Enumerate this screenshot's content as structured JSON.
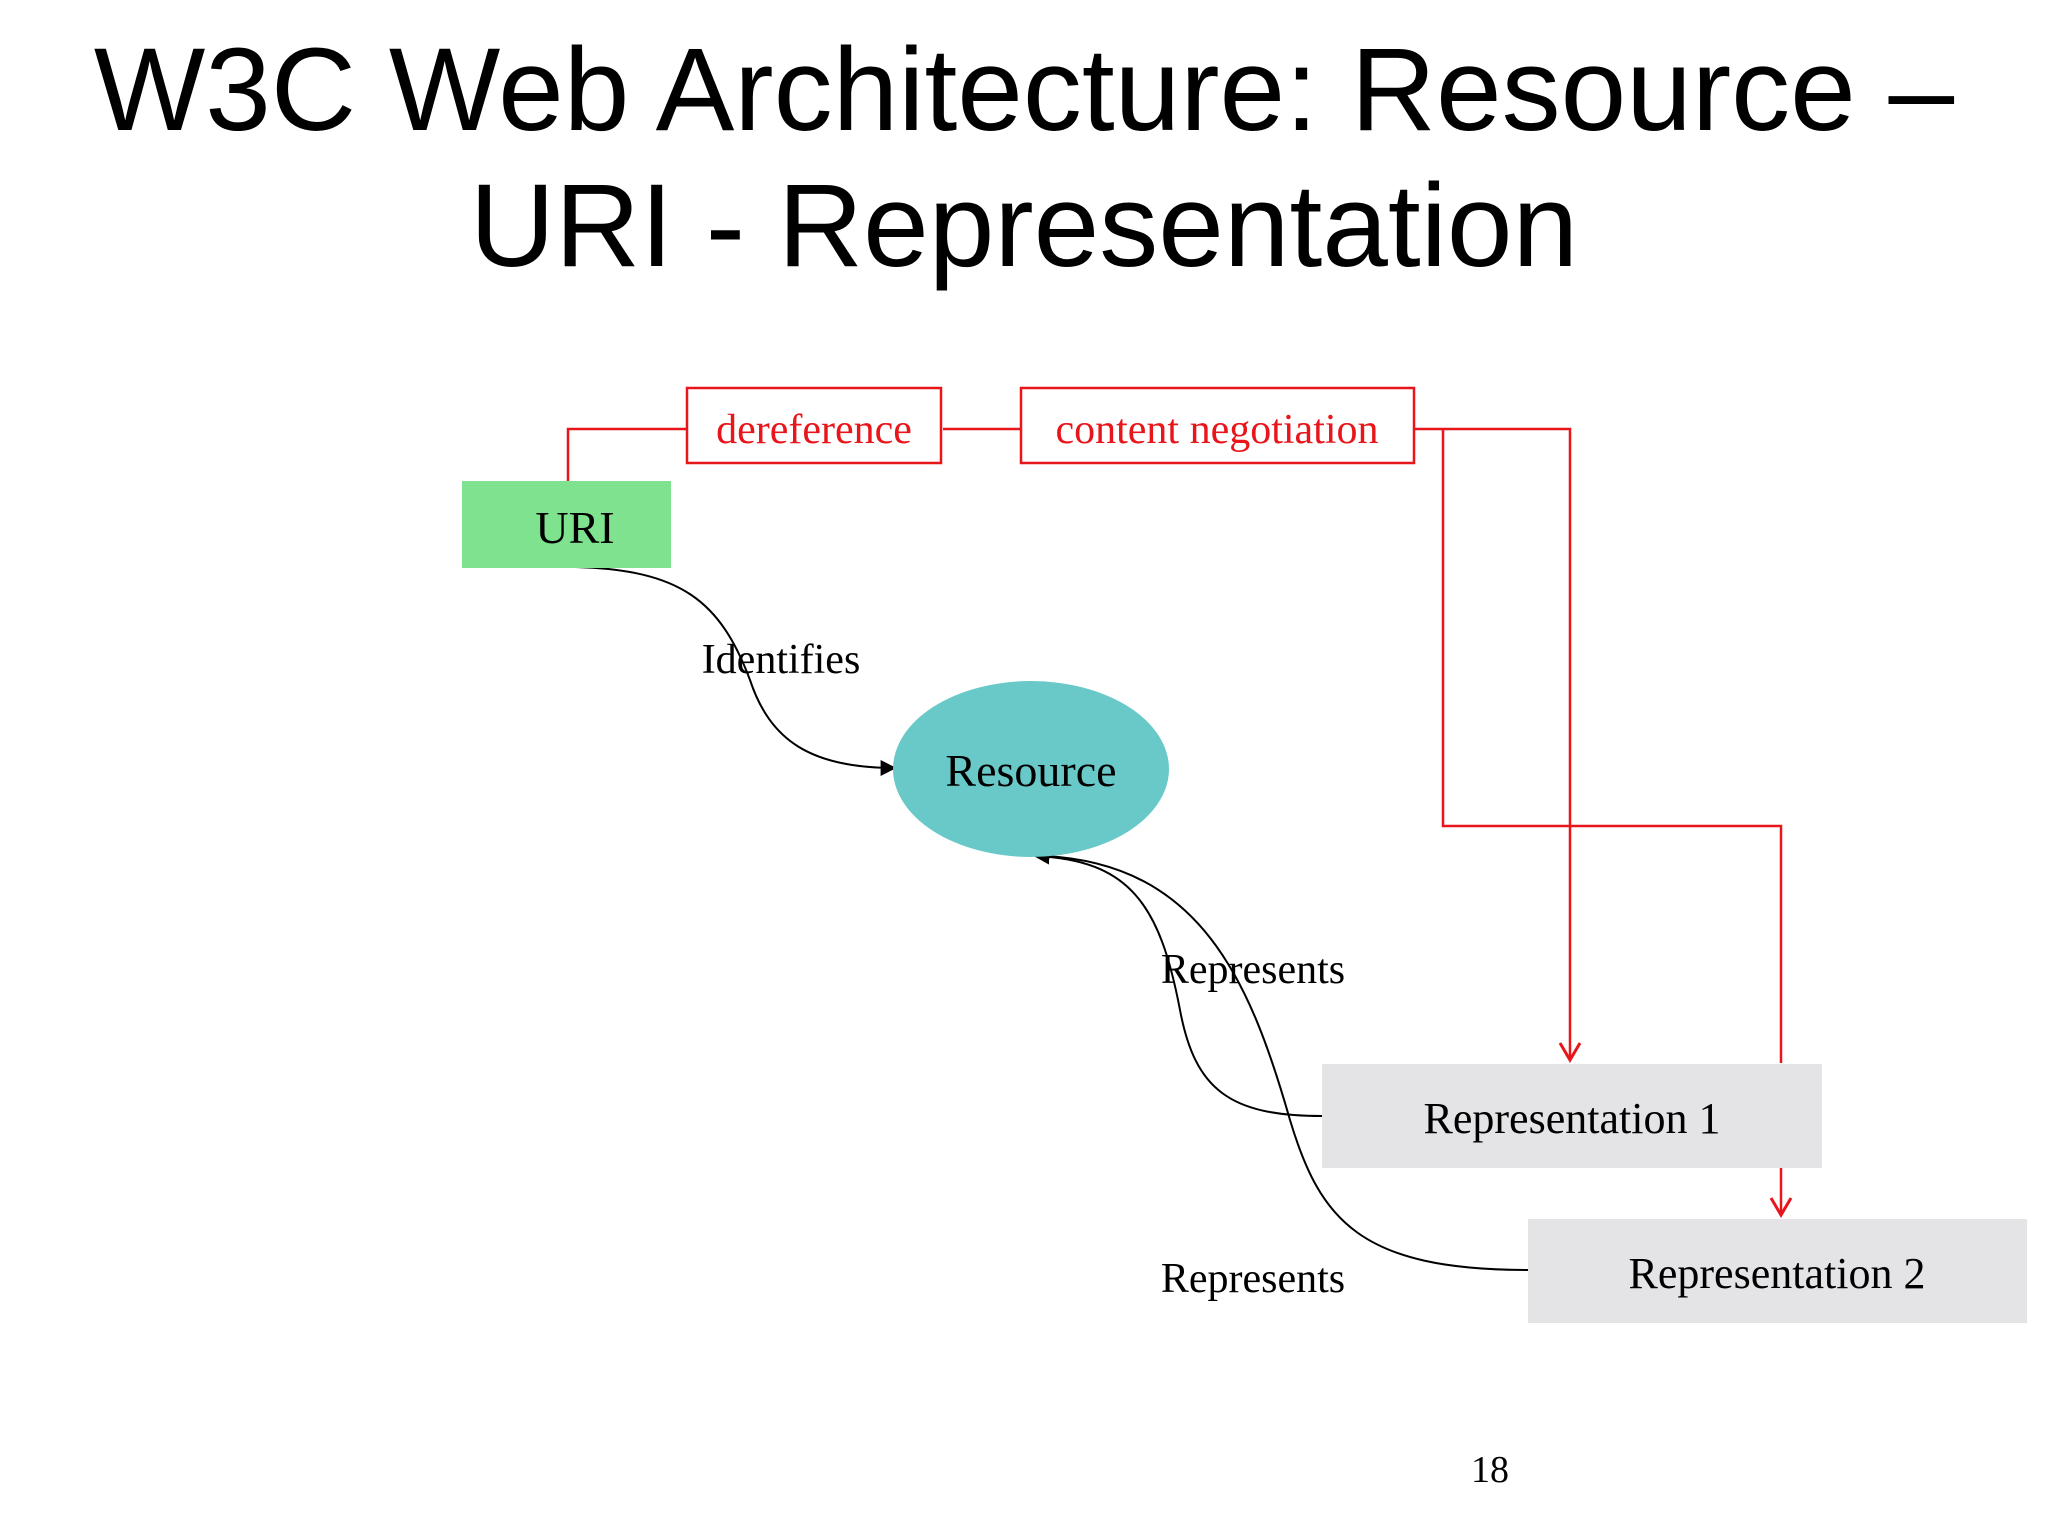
{
  "slide": {
    "title_line1": "W3C Web Architecture: Resource –",
    "title_line2": "URI - Representation",
    "page_number": "18"
  },
  "diagram": {
    "nodes": {
      "uri": "URI",
      "resource": "Resource",
      "representation1": "Representation 1",
      "representation2": "Representation 2"
    },
    "process_boxes": {
      "dereference": "dereference",
      "content_negotiation": "content negotiation"
    },
    "edge_labels": {
      "identifies": "Identifies",
      "represents_1": "Represents",
      "represents_2": "Represents"
    },
    "colors": {
      "uri_fill": "#7ee28e",
      "resource_fill": "#69c9c8",
      "representation_fill": "#e4e3e6",
      "flow_red": "#e8151b",
      "relation_black": "#000000"
    }
  }
}
